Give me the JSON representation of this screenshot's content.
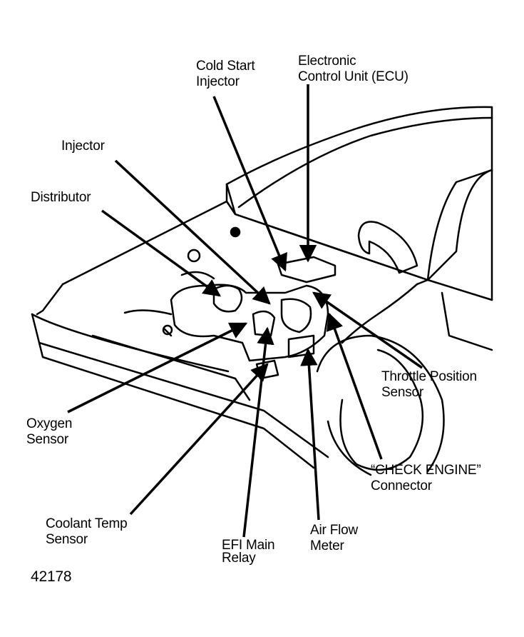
{
  "labels": {
    "ecu": [
      "Electronic",
      "Control Unit (ECU)"
    ],
    "cold_start": [
      "Cold Start",
      "Injector"
    ],
    "injector": [
      "Injector"
    ],
    "distributor": [
      "Distributor"
    ],
    "throttle": [
      "Throttle Position",
      "Sensor"
    ],
    "oxygen": [
      "Oxygen",
      "Sensor"
    ],
    "check_engine": [
      "“CHECK ENGINE”",
      "Connector"
    ],
    "coolant": [
      "Coolant Temp",
      "Sensor"
    ],
    "efi_relay": [
      "EFI Main",
      "Relay"
    ],
    "air_flow": [
      "Air Flow",
      "Meter"
    ]
  },
  "figure_number": "42178"
}
